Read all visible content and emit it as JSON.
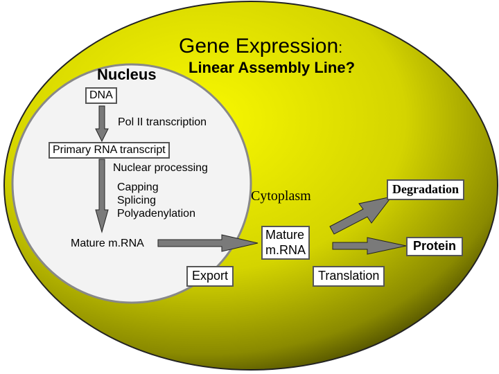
{
  "title": {
    "main": "Gene Expression",
    "colon": ":"
  },
  "subtitle": "Linear Assembly Line?",
  "regions": {
    "nucleus": "Nucleus",
    "cytoplasm": "Cytoplasm"
  },
  "nuclear_steps": {
    "dna": "DNA",
    "pol2": "Pol II transcription",
    "primary": "Primary RNA transcript",
    "processing": "Nuclear processing",
    "processing_items": [
      "Capping",
      "Splicing",
      "Polyadenylation"
    ],
    "mature_nuclear": "Mature m.RNA"
  },
  "cytoplasm_steps": {
    "mature_line1": "Mature",
    "mature_line2": "m.RNA",
    "degradation": "Degradation",
    "protein": "Protein"
  },
  "process_labels": {
    "export": "Export",
    "translation": "Translation"
  },
  "colors": {
    "cell_gradient": [
      "#f7f700",
      "#c9c900",
      "#5a5a00"
    ],
    "nucleus_fill": "#f3f3f3",
    "arrow": "#7a7a7a"
  }
}
